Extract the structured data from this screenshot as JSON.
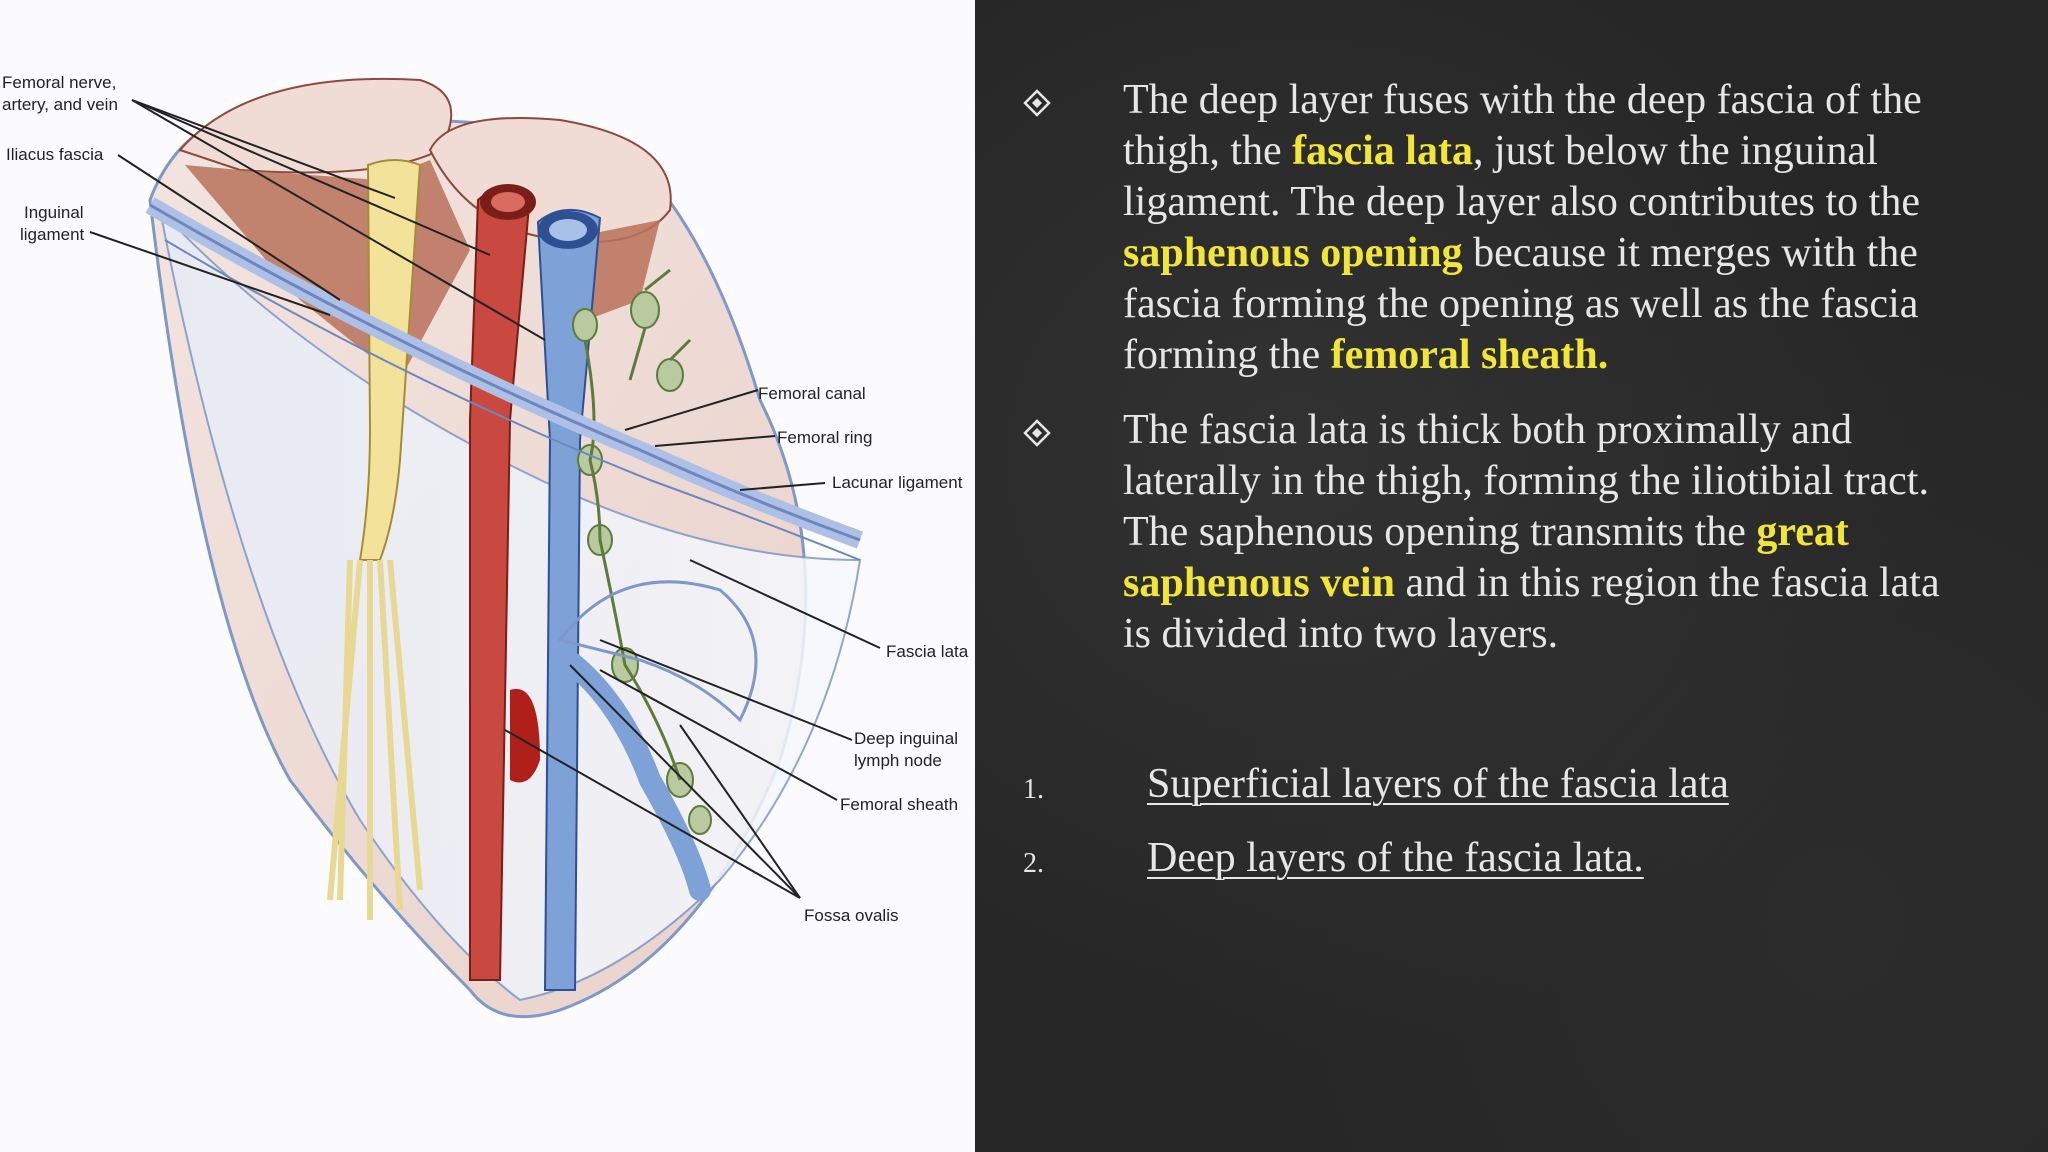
{
  "figure": {
    "labels": {
      "femoral_nerve_line1": "Femoral nerve,",
      "femoral_nerve_line2": "artery, and vein",
      "iliacus_fascia": "Iliacus fascia",
      "inguinal_line1": "Inguinal",
      "inguinal_line2": "ligament",
      "femoral_canal": "Femoral canal",
      "femoral_ring": "Femoral ring",
      "lacunar_ligament": "Lacunar ligament",
      "fascia_lata": "Fascia lata",
      "deep_inguinal_line1": "Deep inguinal",
      "deep_inguinal_line2": "lymph node",
      "femoral_sheath": "Femoral sheath",
      "fossa_ovalis": "Fossa ovalis"
    }
  },
  "bullets": [
    {
      "segments": [
        {
          "text": "The deep layer fuses with the deep fascia of the thigh, the ",
          "hl": false
        },
        {
          "text": "fascia lata",
          "hl": true
        },
        {
          "text": ", just below the inguinal ligament. The deep layer also contributes to the ",
          "hl": false
        },
        {
          "text": "saphenous opening",
          "hl": true
        },
        {
          "text": " because it merges with the fascia forming the opening as well as the fascia forming the ",
          "hl": false
        },
        {
          "text": "femoral sheath.",
          "hl": true
        }
      ]
    },
    {
      "segments": [
        {
          "text": "The fascia lata is thick both proximally and laterally in the thigh, forming the iliotibial tract. The saphenous opening transmits the ",
          "hl": false
        },
        {
          "text": "great saphenous vein",
          "hl": true
        },
        {
          "text": " and in this region the fascia lata is divided into two layers.",
          "hl": false
        }
      ]
    }
  ],
  "numbered_list": [
    {
      "num": "1.",
      "label": "Superficial layers of the fascia lata"
    },
    {
      "num": "2.",
      "label": "Deep layers of the fascia lata."
    }
  ],
  "colors": {
    "highlight": "#f2e53a",
    "body_text": "#e6e6e6",
    "background": "#262626"
  },
  "icons": {
    "bullet_marker": "diamond-bullet-icon"
  }
}
